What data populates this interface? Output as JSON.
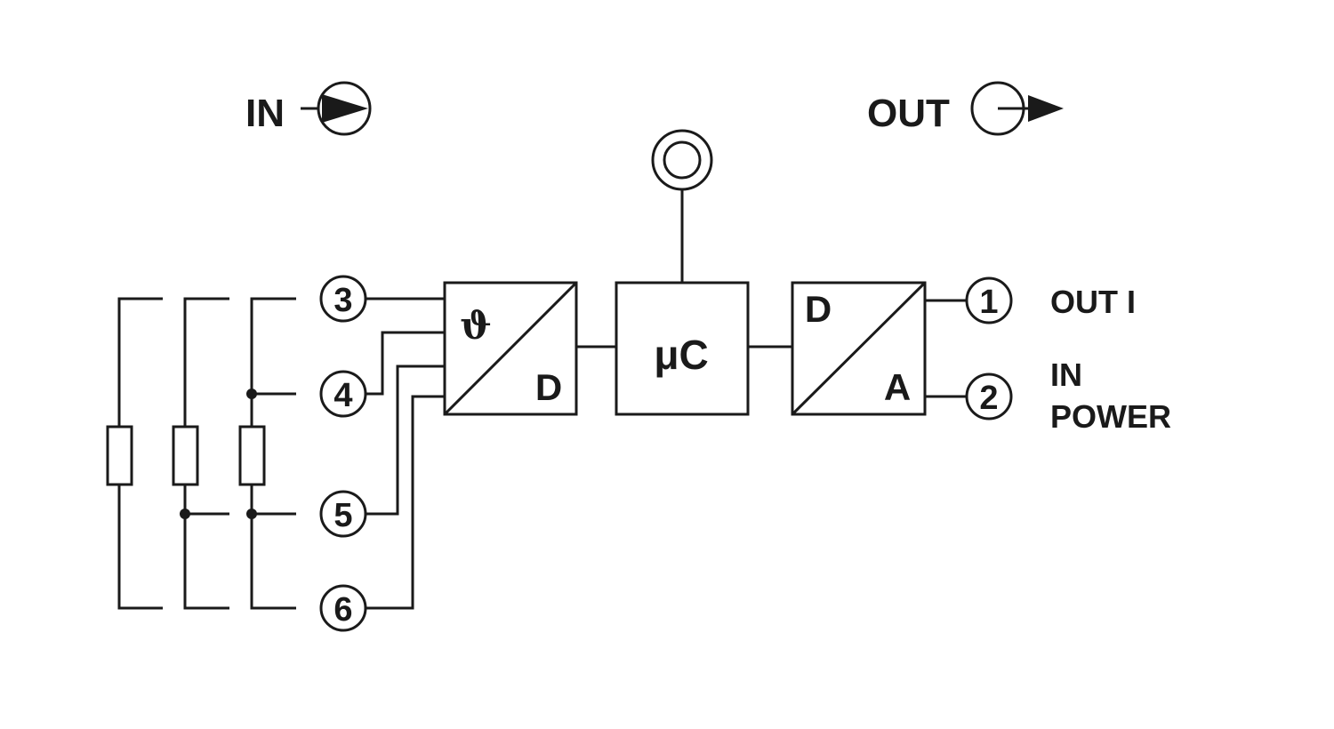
{
  "header": {
    "in_label": "IN",
    "out_label": "OUT"
  },
  "terminals": {
    "t1": "1",
    "t2": "2",
    "t3": "3",
    "t4": "4",
    "t5": "5",
    "t6": "6"
  },
  "blocks": {
    "adc": {
      "top_left": "ϑ",
      "bottom_right": "D"
    },
    "mcu": {
      "label": "μC"
    },
    "dac": {
      "top_left": "D",
      "bottom_right": "A"
    }
  },
  "outputs": {
    "out_i": "OUT I",
    "in_line1": "IN",
    "in_line2": "POWER"
  },
  "icons": {
    "in_arrow": "input-arrow-icon",
    "out_arrow": "output-arrow-icon",
    "indicator": "led-indicator-icon",
    "resistor": "resistor-icon"
  },
  "colors": {
    "stroke": "#1a1a1a",
    "background": "#ffffff"
  }
}
